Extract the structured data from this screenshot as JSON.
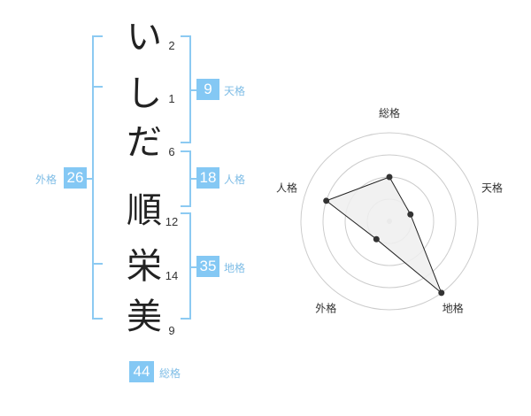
{
  "surname": [
    {
      "char": "い",
      "strokes": "2"
    },
    {
      "char": "し",
      "strokes": "1"
    },
    {
      "char": "だ",
      "strokes": "6"
    }
  ],
  "given": [
    {
      "char": "順",
      "strokes": "12"
    },
    {
      "char": "栄",
      "strokes": "14"
    },
    {
      "char": "美",
      "strokes": "9"
    }
  ],
  "kakusu": {
    "tenkaku": {
      "value": "9",
      "label": "天格"
    },
    "jinkaku": {
      "value": "18",
      "label": "人格"
    },
    "chikaku": {
      "value": "35",
      "label": "地格"
    },
    "gaikaku": {
      "value": "26",
      "label": "外格"
    },
    "soukaku": {
      "value": "44",
      "label": "総格"
    }
  },
  "chart_data": {
    "type": "radar",
    "axes": [
      "総格",
      "天格",
      "地格",
      "外格",
      "人格"
    ],
    "values": [
      2,
      1,
      4,
      1,
      3
    ],
    "rmax": 4,
    "rings": 4,
    "colors": {
      "fill": "#eeeeee",
      "stroke": "#222222",
      "grid": "#cccccc",
      "point": "#333333"
    }
  }
}
